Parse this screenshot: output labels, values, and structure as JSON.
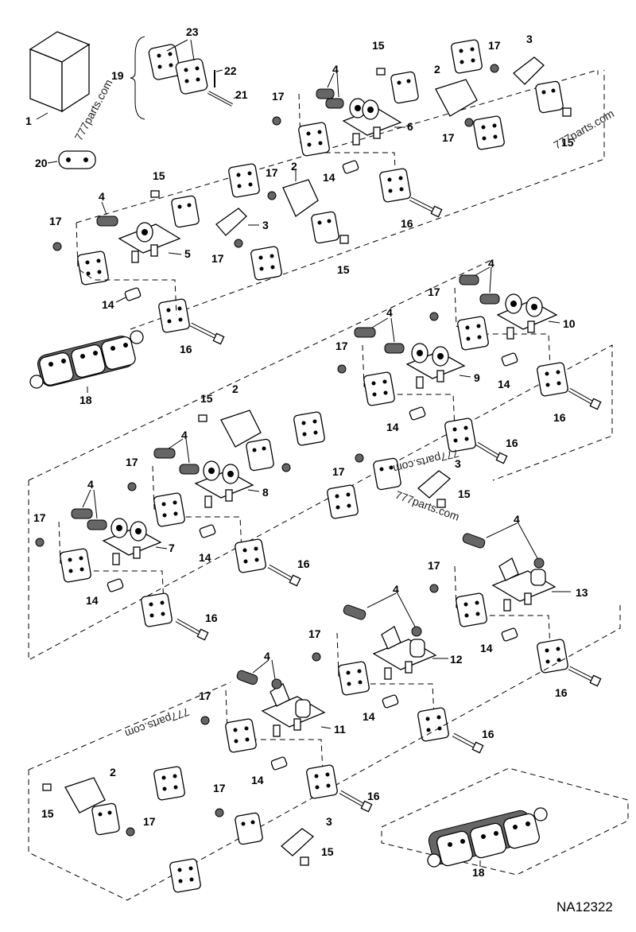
{
  "diagram": {
    "reference": "NA12322",
    "watermark": "777parts.com",
    "callouts": [
      "1",
      "2",
      "3",
      "4",
      "5",
      "6",
      "7",
      "8",
      "9",
      "10",
      "11",
      "12",
      "13",
      "14",
      "15",
      "16",
      "17",
      "18",
      "19",
      "20",
      "21",
      "22",
      "23"
    ]
  }
}
